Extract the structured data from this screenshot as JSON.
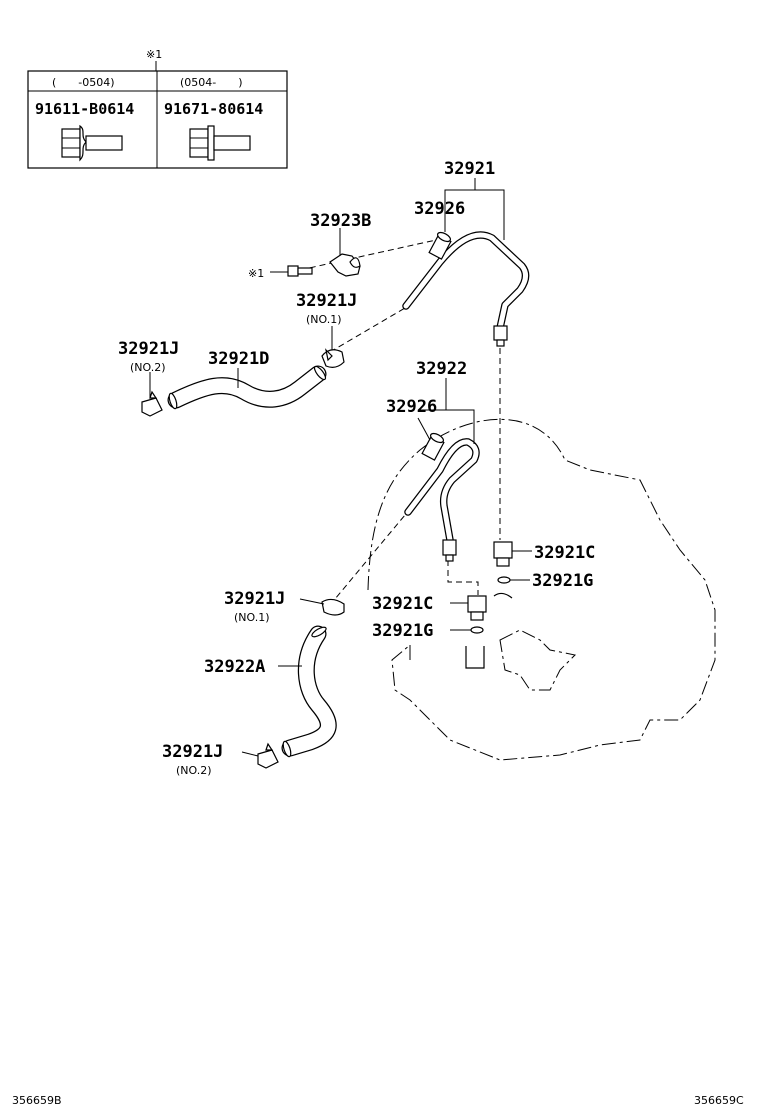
{
  "note_mark": "※1",
  "bolt_table": {
    "col1_range": "(　　-0504)",
    "col2_range": "(0504-　　)",
    "col1_part": "91611-B0614",
    "col2_part": "91671-80614"
  },
  "callouts": {
    "p32921": "32921",
    "p32926_top": "32926",
    "p32923B": "32923B",
    "ref_mark": "※1",
    "p32921J_a": "32921J",
    "no1_a": "(NO.1)",
    "p32921J_b": "32921J",
    "no2_b": "(NO.2)",
    "p32921D": "32921D",
    "p32922": "32922",
    "p32926_mid": "32926",
    "p32921C_right": "32921C",
    "p32921G_right": "32921G",
    "p32921J_c": "32921J",
    "no1_c": "(NO.1)",
    "p32921C_left": "32921C",
    "p32921G_left": "32921G",
    "p32922A": "32922A",
    "p32921J_d": "32921J",
    "no2_d": "(NO.2)"
  },
  "footer": {
    "ref_left": "356659B",
    "ref_right": "356659C"
  }
}
